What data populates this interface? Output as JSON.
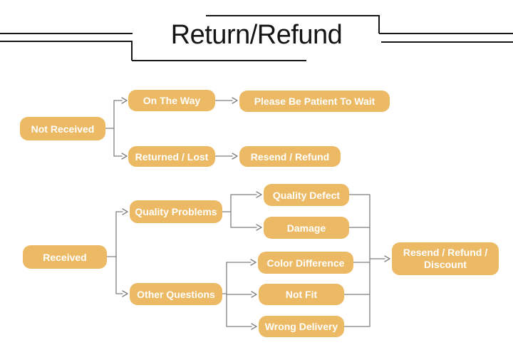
{
  "title": "Return/Refund",
  "colors": {
    "node_fill": "#ECB964",
    "node_text": "#FFFFFF",
    "connector": "#7F7F7F",
    "decoration": "#161616",
    "background": "#FFFFFF"
  },
  "flowchart": {
    "not_received": {
      "root": "Not Received",
      "branches": [
        {
          "label": "On The Way",
          "result": "Please Be Patient To Wait"
        },
        {
          "label": "Returned / Lost",
          "result": "Resend / Refund"
        }
      ]
    },
    "received": {
      "root": "Received",
      "branches": [
        {
          "label": "Quality Problems",
          "children": [
            "Quality Defect",
            "Damage"
          ]
        },
        {
          "label": "Other Questions",
          "children": [
            "Color Difference",
            "Not Fit",
            "Wrong Delivery"
          ]
        }
      ],
      "result": "Resend / Refund / Discount"
    }
  }
}
